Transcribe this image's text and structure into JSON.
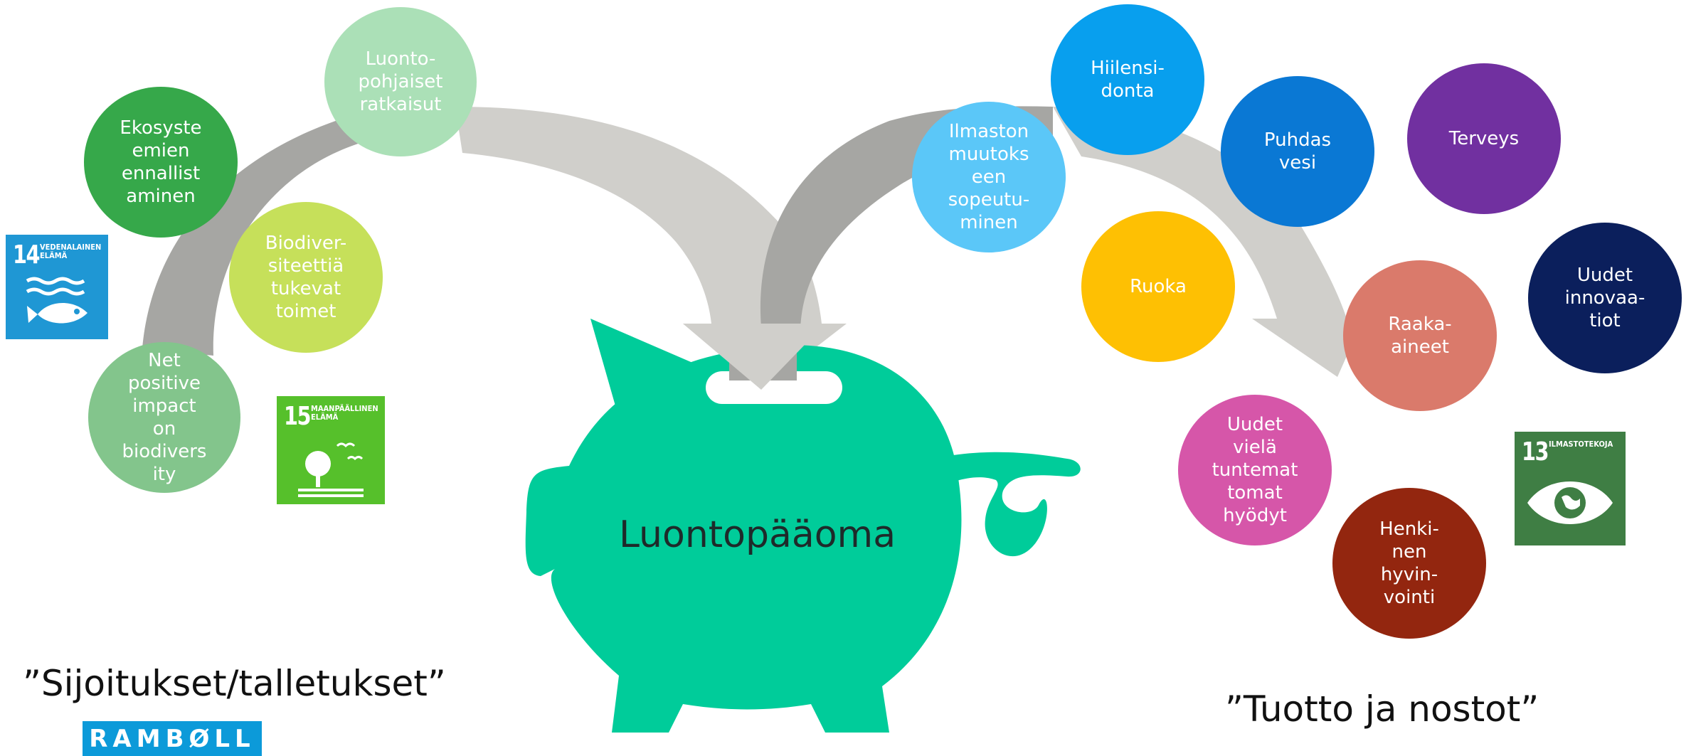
{
  "center_label": "Luontopääoma",
  "left_caption": "”Sijoitukset/talletukset”",
  "right_caption": "”Tuotto ja nostot”",
  "left_bubbles": [
    {
      "text": "Luonto-\npohjaiset\nratkaisut",
      "color": "#abe0b7"
    },
    {
      "text": "Ekosyste\nemien\nennallist\naminen",
      "color": "#36a84a"
    },
    {
      "text": "Biodiver-\nsiteettiä\ntukevat\ntoimet",
      "color": "#c6e05a"
    },
    {
      "text": "Net\npositive\nimpact\non\nbiodivers\nity",
      "color": "#83c58c"
    }
  ],
  "right_bubbles": [
    {
      "text": "Ilmaston\nmuutoks\neen\nsopeutu-\nminen",
      "color": "#5bc7f8"
    },
    {
      "text": "Hiilensi-\ndonta",
      "color": "#089fee"
    },
    {
      "text": "Puhdas\nvesi",
      "color": "#0a78d4"
    },
    {
      "text": "Terveys",
      "color": "#7130a0"
    },
    {
      "text": "Ruoka",
      "color": "#fec003"
    },
    {
      "text": "Raaka-\naineet",
      "color": "#da7a6b"
    },
    {
      "text": "Uudet\ninnovaa-\ntiot",
      "color": "#0b1f5c"
    },
    {
      "text": "Uudet\nvielä\ntuntemat\ntomat\nhyödyt",
      "color": "#d656a9"
    },
    {
      "text": "Henki-\nnen\nhyvin-\nvointi",
      "color": "#93260f"
    }
  ],
  "sdg": [
    {
      "number": "14",
      "title": "VEDENALAINEN\nELÄMÄ",
      "color": "#1f97d4",
      "icon": "fish-icon"
    },
    {
      "number": "15",
      "title": "MAANPÄÄLLINEN\nELÄMÄ",
      "color": "#56c02b",
      "icon": "tree-birds-icon"
    },
    {
      "number": "13",
      "title": "ILMASTOTEKOJA",
      "color": "#3f7e44",
      "icon": "eye-globe-icon"
    }
  ],
  "logo": "RAMBØLL",
  "colors": {
    "piggy": "#00cc9a",
    "arrow_light": "#d0cfcb",
    "arrow_dark": "#a6a6a3"
  }
}
